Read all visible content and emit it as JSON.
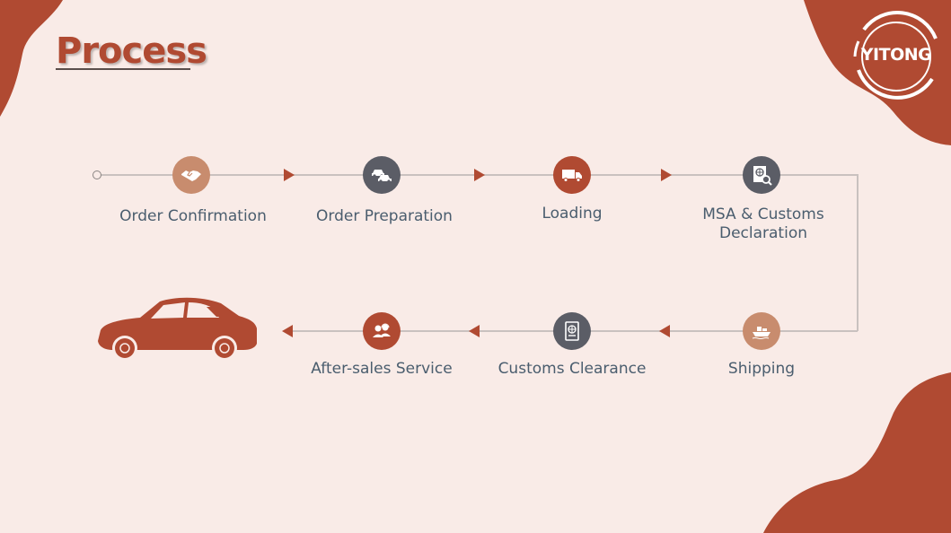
{
  "title": "Process",
  "logo": {
    "text": "YITONG"
  },
  "colors": {
    "accent": "#b04a32",
    "tan": "#c88c6e",
    "slate": "#5b5d66",
    "background": "#f9ebe7",
    "label": "#4a5d6e"
  },
  "steps_top": [
    {
      "label": "Order Confirmation",
      "icon": "handshake-icon"
    },
    {
      "label": "Order Preparation",
      "icon": "cars-icon"
    },
    {
      "label": "Loading",
      "icon": "truck-icon"
    },
    {
      "label": "MSA & Customs Declaration",
      "icon": "document-search-icon"
    }
  ],
  "steps_bottom": [
    {
      "label": "Shipping",
      "icon": "ship-icon"
    },
    {
      "label": "Customs Clearance",
      "icon": "passport-icon"
    },
    {
      "label": "After-sales Service",
      "icon": "support-agents-icon"
    }
  ],
  "end_icon": "car-icon"
}
